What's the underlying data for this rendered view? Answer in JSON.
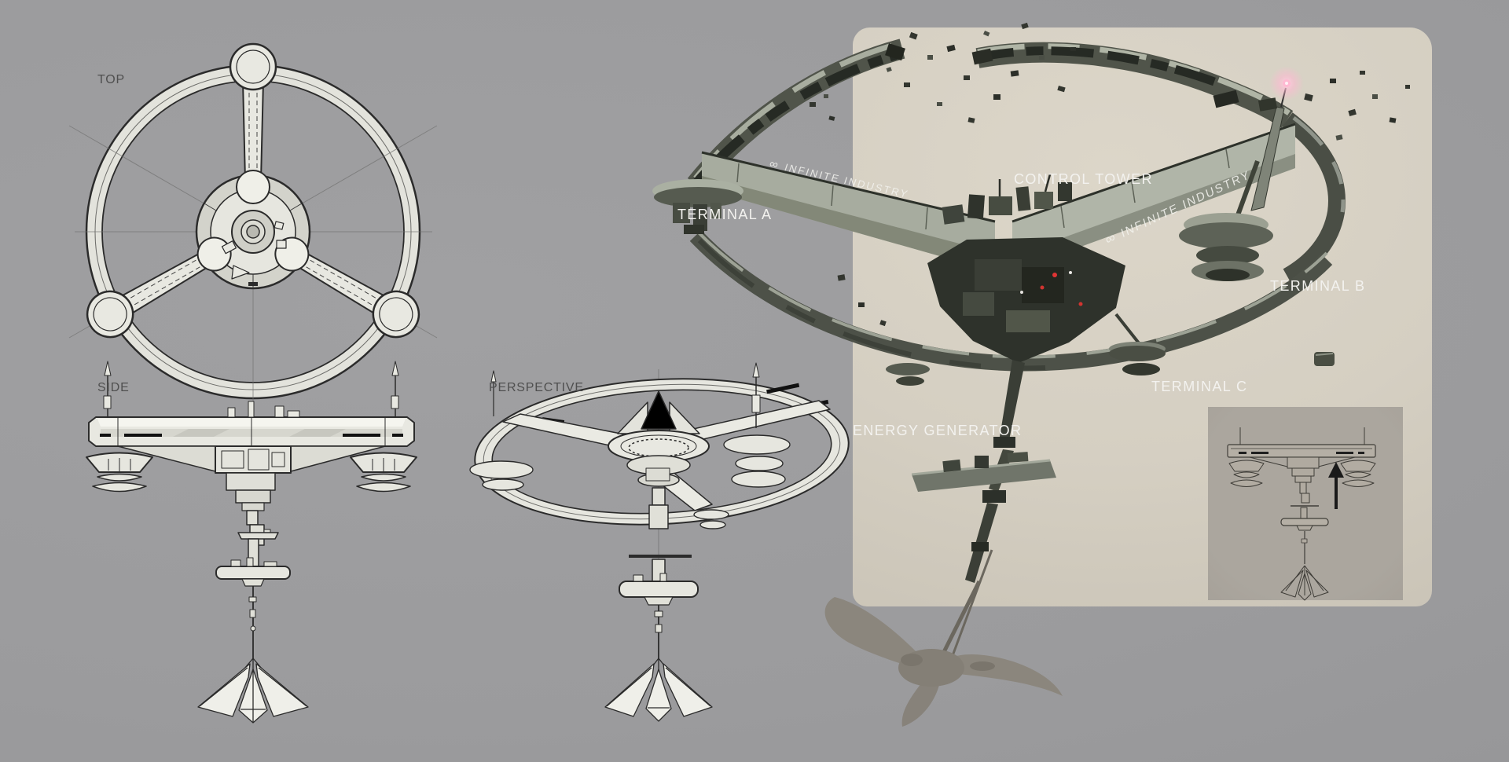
{
  "canvas": {
    "bg": "#9b9b9d"
  },
  "sheet": {
    "views": [
      {
        "id": "top",
        "label": "TOP"
      },
      {
        "id": "side",
        "label": "SIDE"
      },
      {
        "id": "perspective",
        "label": "PERSPECTIVE"
      }
    ],
    "line_color": "#2b2b2b",
    "fill_color": "#e6e6df"
  },
  "render": {
    "panel_color": "#d5cfc2",
    "inset_color": "#a9a49c",
    "callouts": [
      {
        "id": "terminal-a",
        "label": "TERMINAL A"
      },
      {
        "id": "control-tower",
        "label": "CONTROL TOWER"
      },
      {
        "id": "terminal-b",
        "label": "TERMINAL B"
      },
      {
        "id": "terminal-c",
        "label": "TERMINAL C"
      },
      {
        "id": "energy-generator",
        "label": "ENERGY GENERATOR"
      }
    ],
    "branding": {
      "logo": "∞",
      "name": "INFINITE INDUSTRY"
    },
    "beacon_color": "#ffc2d9",
    "accent_red": "#d23430"
  }
}
